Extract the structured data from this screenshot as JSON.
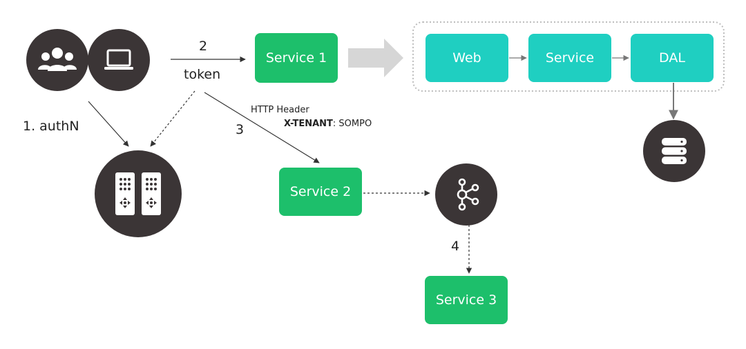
{
  "colors": {
    "service_green": "#1dbf6b",
    "tier_teal": "#1fcfc1",
    "node_dark": "#3b3536",
    "line": "#333333",
    "big_arrow": "#d6d6d6",
    "group_border": "#bdbdbd"
  },
  "icons": {
    "users": "users-icon",
    "laptop": "laptop-icon",
    "idp": "identity-provider-icon",
    "broker": "message-broker-icon",
    "database": "database-icon"
  },
  "steps": {
    "authn": "1. authN",
    "token_step": "2",
    "token": "token",
    "header_step": "3",
    "broker_step": "4"
  },
  "header_note": {
    "title": "HTTP Header",
    "key": "X-TENANT",
    "value": ": SOMPO"
  },
  "services": {
    "service1": "Service 1",
    "service2": "Service 2",
    "service3": "Service 3"
  },
  "tiers": {
    "web": "Web",
    "service": "Service",
    "dal": "DAL"
  }
}
